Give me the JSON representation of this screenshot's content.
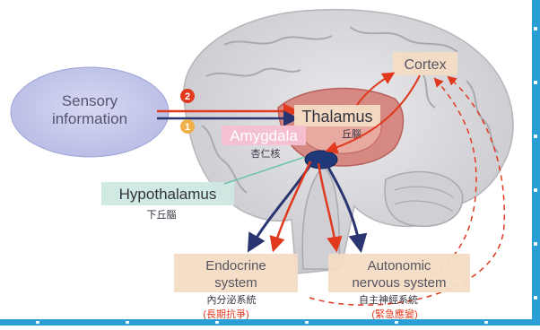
{
  "sensory": {
    "line1": "Sensory",
    "line2": "information"
  },
  "badges": {
    "b1": "1",
    "b2": "2"
  },
  "thalamus": {
    "en": "Thalamus",
    "zh": "丘腦"
  },
  "amygdala": {
    "en": "Amygdala",
    "zh": "杏仁核"
  },
  "cortex": {
    "en": "Cortex"
  },
  "hypothalamus": {
    "en": "Hypothalamus",
    "zh": "下丘腦"
  },
  "endocrine": {
    "line1": "Endocrine",
    "line2": "system",
    "zh": "內分泌系統",
    "note": "(長期抗爭)"
  },
  "autonomic": {
    "line1": "Autonomic",
    "line2": "nervous system",
    "zh": "自主神經系統",
    "note": "(緊急應變)"
  },
  "colors": {
    "red": "#e0391d",
    "navy": "#2a3470",
    "label_bg": "#f4dcc4",
    "brain": "#d9d9dd",
    "amygdala_bg": "#f5c0d2",
    "hypo_bg": "#cfe8e2",
    "sensory_bg": "#c5c8eb",
    "frame": "#2a9fd6"
  }
}
